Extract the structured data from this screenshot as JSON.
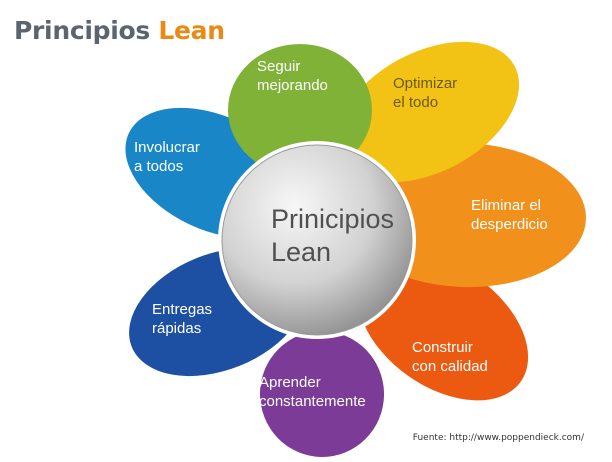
{
  "title": {
    "part1": "Principios",
    "part2": "Lean"
  },
  "center": {
    "line1": "Prinicipios",
    "line2": "Lean"
  },
  "petals": [
    {
      "id": "seguir-mejorando",
      "line1": "Seguir",
      "line2": "mejorando",
      "color": "#7fb236"
    },
    {
      "id": "optimizar-el-todo",
      "line1": "Optimizar",
      "line2": "el todo",
      "color": "#f2c314"
    },
    {
      "id": "eliminar-el-desperdicio",
      "line1": "Eliminar el",
      "line2": "desperdicio",
      "color": "#f2901c"
    },
    {
      "id": "construir-con-calidad",
      "line1": "Construir",
      "line2": "con calidad",
      "color": "#ec5a12"
    },
    {
      "id": "aprender-constantemente",
      "line1": "Aprender",
      "line2": "constantemente",
      "color": "#7b3b96"
    },
    {
      "id": "entregas-rapidas",
      "line1": "Entregas",
      "line2": "rápidas",
      "color": "#1d4fa3"
    },
    {
      "id": "involucrar-a-todos",
      "line1": "Involucrar",
      "line2": "a todos",
      "color": "#1986c8"
    }
  ],
  "source": "Fuente: http://www.poppendieck.com/"
}
